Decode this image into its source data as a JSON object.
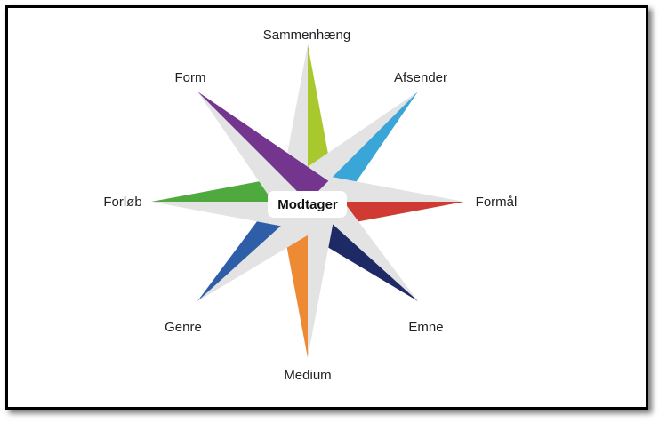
{
  "center": {
    "label": "Modtager"
  },
  "points": [
    {
      "name": "sammenhaeng",
      "label": "Sammenhæng",
      "color": "#a8c82e"
    },
    {
      "name": "afsender",
      "label": "Afsender",
      "color": "#3aa6d8"
    },
    {
      "name": "formaal",
      "label": "Formål",
      "color": "#cf3a32"
    },
    {
      "name": "emne",
      "label": "Emne",
      "color": "#1e2a66"
    },
    {
      "name": "medium",
      "label": "Medium",
      "color": "#ee8a33"
    },
    {
      "name": "genre",
      "label": "Genre",
      "color": "#2f5ea8"
    },
    {
      "name": "forloeb",
      "label": "Forløb",
      "color": "#4eaa3f"
    },
    {
      "name": "form",
      "label": "Form",
      "color": "#74358f"
    }
  ],
  "ray_color": "#e3e3e3"
}
